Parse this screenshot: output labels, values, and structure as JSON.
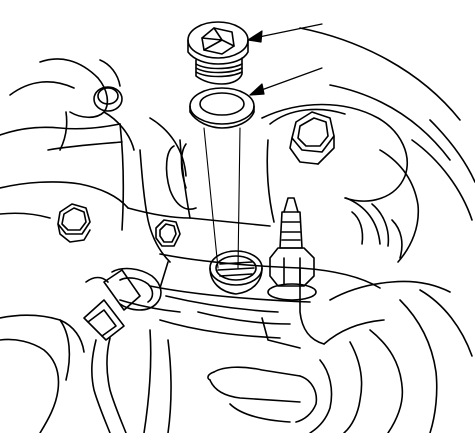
{
  "diagram": {
    "subject": "",
    "callouts": [
      {
        "id": "callout-1",
        "target": "drain-plug",
        "label": ""
      },
      {
        "id": "callout-2",
        "target": "sealing-washer",
        "label": ""
      }
    ],
    "line_color": "#000000",
    "background": "#ffffff"
  }
}
